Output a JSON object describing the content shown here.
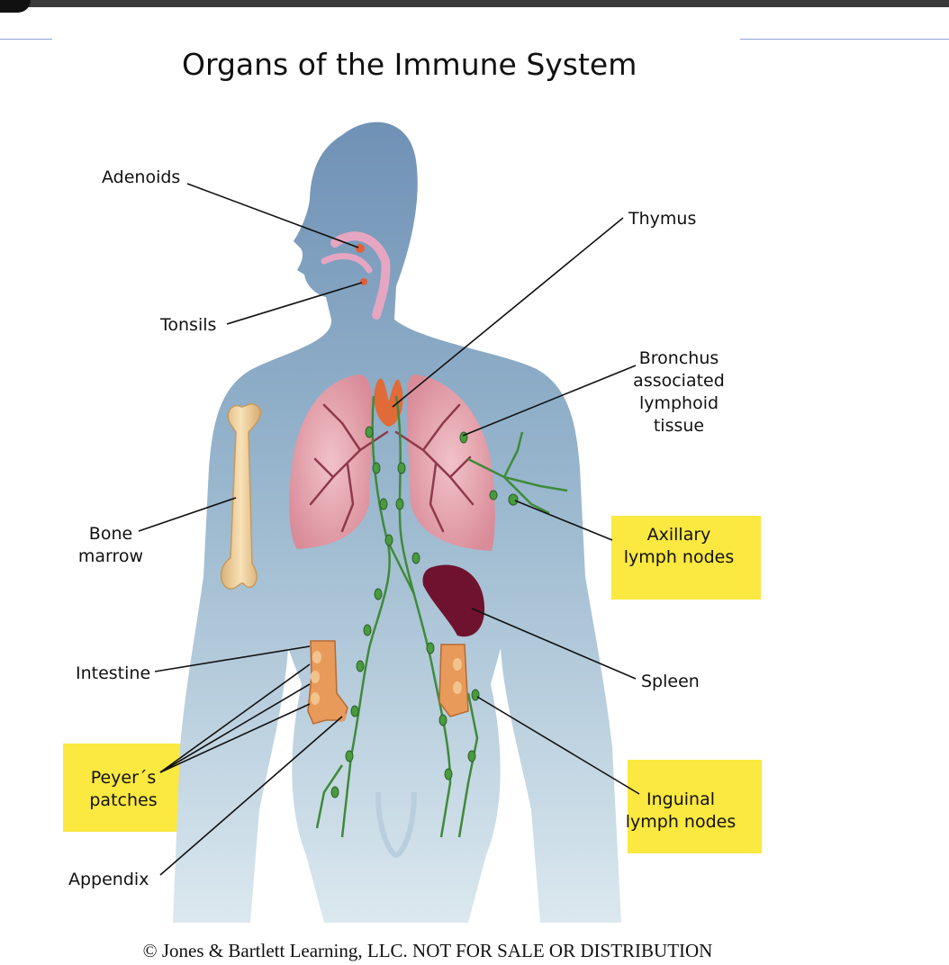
{
  "title": "Organs of the Immune System",
  "labels": {
    "adenoids": "Adenoids",
    "tonsils": "Tonsils",
    "thymus": "Thymus",
    "bronchus_1": "Bronchus",
    "bronchus_2": "associated",
    "bronchus_3": "lymphoid",
    "bronchus_4": "tissue",
    "bone_marrow_1": "Bone",
    "bone_marrow_2": "marrow",
    "axillary_1": "Axillary",
    "axillary_2": "lymph nodes",
    "spleen": "Spleen",
    "intestine": "Intestine",
    "peyers_1": "Peyer´s",
    "peyers_2": "patches",
    "inguinal_1": "Inguinal",
    "inguinal_2": "lymph nodes",
    "appendix": "Appendix"
  },
  "highlighted_labels": [
    "Axillary lymph nodes",
    "Peyer´s patches",
    "Inguinal lymph nodes"
  ],
  "copyright": "© Jones & Bartlett Learning, LLC. NOT FOR SALE OR DISTRIBUTION",
  "colors": {
    "highlight": "#fbe840",
    "body_silhouette": "#8fb0cc",
    "lymph_vessel": "#3f8a3a",
    "lungs": "#e3a0ab",
    "spleen": "#6e1230",
    "bone": "#efcf9a",
    "intestine": "#e79a5a"
  }
}
